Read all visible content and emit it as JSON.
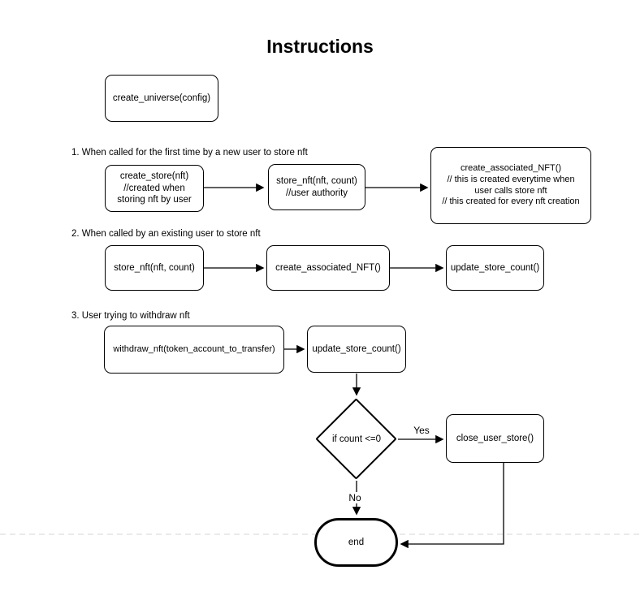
{
  "title": "Instructions",
  "colors": {
    "stroke": "#000000",
    "background": "#ffffff",
    "page_break_line": "#d4d4d4"
  },
  "sections": [
    {
      "label": "1. When called for the first time by a new user to store nft"
    },
    {
      "label": "2. When called by an existing user to store nft"
    },
    {
      "label": "3. User trying to withdraw nft"
    }
  ],
  "nodes": {
    "create_universe": {
      "lines": [
        "create_universe(config)"
      ]
    },
    "create_store": {
      "lines": [
        "create_store(nft)",
        "//created when",
        "storing nft by user"
      ]
    },
    "store_nft_first": {
      "lines": [
        "store_nft(nft, count)",
        "//user authority"
      ]
    },
    "create_associated_nft_first": {
      "lines": [
        "create_associated_NFT()",
        "// this is created everytime when",
        "user calls store nft",
        "// this created for every nft creation"
      ]
    },
    "store_nft_existing": {
      "lines": [
        "store_nft(nft, count)"
      ]
    },
    "create_associated_nft_existing": {
      "lines": [
        "create_associated_NFT()"
      ]
    },
    "update_store_count_existing": {
      "lines": [
        "update_store_count()"
      ]
    },
    "withdraw_nft": {
      "lines": [
        "withdraw_nft(token_account_to_transfer)"
      ]
    },
    "update_store_count_withdraw": {
      "lines": [
        "update_store_count()"
      ]
    },
    "decision": {
      "label": "if count <=0"
    },
    "close_user_store": {
      "lines": [
        "close_user_store()"
      ]
    },
    "end": {
      "lines": [
        "end"
      ]
    }
  },
  "edge_labels": {
    "yes": "Yes",
    "no": "No"
  }
}
